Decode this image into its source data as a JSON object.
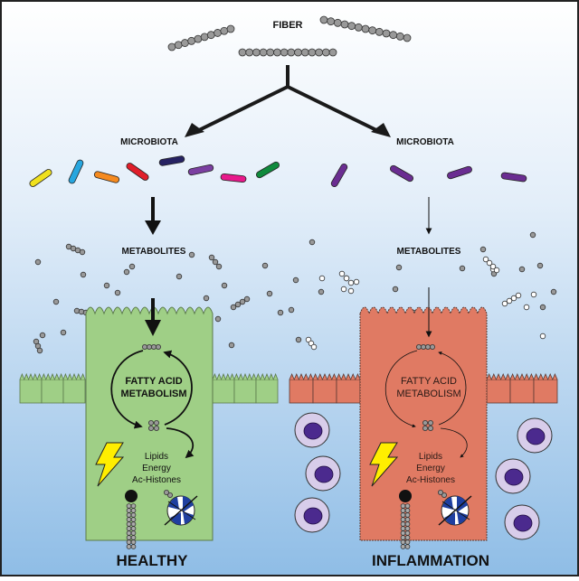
{
  "labels": {
    "fiber": "FIBER",
    "microbiota_left": "MICROBIOTA",
    "microbiota_right": "MICROBIOTA",
    "metabolites_left": "METABOLITES",
    "metabolites_right": "METABOLITES",
    "fatty_acid_left_1": "FATTY ACID",
    "fatty_acid_left_2": "METABOLISM",
    "fatty_acid_right_1": "FATTY ACID",
    "fatty_acid_right_2": "METABOLISM",
    "outputs_left_1": "Lipids",
    "outputs_left_2": "Energy",
    "outputs_left_3": "Ac-Histones",
    "outputs_right_1": "Lipids",
    "outputs_right_2": "Energy",
    "outputs_right_3": "Ac-Histones",
    "panel_left": "HEALTHY",
    "panel_right": "INFLAMMATION"
  },
  "colors": {
    "background_top": "#ffffff",
    "background_bottom": "#8fbde6",
    "healthy_cell": "#9fcf86",
    "inflamed_cell": "#e07a63",
    "immune_cell_outer": "#d8cdea",
    "immune_cell_nucleus": "#4b2a8e",
    "bacteria_healthy": [
      "#f0e11e",
      "#27a6df",
      "#f58a1f",
      "#e01e2a",
      "#262262",
      "#7b3fa1",
      "#e8198b",
      "#0f8a3c"
    ],
    "bacteria_inflamed": "#6a2d91",
    "lightning": "#ffee00"
  },
  "icons": [
    "lightning-icon",
    "nucleosome-icon",
    "receptor-icon"
  ]
}
